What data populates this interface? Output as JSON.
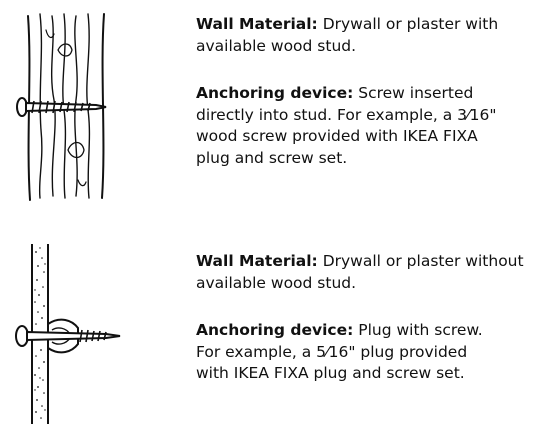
{
  "sections": [
    {
      "wall": {
        "label": "Wall Material:",
        "lines": [
          " Drywall or plaster with",
          "available wood stud."
        ]
      },
      "anchor": {
        "label": "Anchoring device:",
        "lines": [
          " Screw inserted",
          "directly into stud. For example, a 3⁄16\"",
          "wood screw provided with IKEA FIXA",
          "plug and screw set."
        ]
      }
    },
    {
      "wall": {
        "label": "Wall Material:",
        "lines": [
          " Drywall or plaster without",
          "available wood stud."
        ]
      },
      "anchor": {
        "label": "Anchoring device:",
        "lines": [
          " Plug with screw.",
          "For example, a 5⁄16\" plug provided",
          "with IKEA FIXA plug and screw set."
        ]
      }
    }
  ]
}
